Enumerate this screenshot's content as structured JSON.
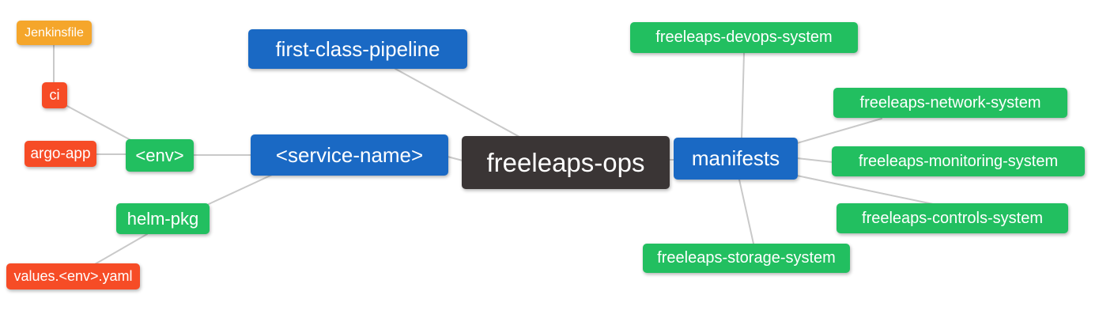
{
  "palette": {
    "blue": "#1A69C4",
    "green": "#22BF60",
    "red": "#F64C26",
    "orange": "#F5A62B",
    "dark": "#3A3535",
    "edge": "#C9C9C9",
    "node_text": "#FFFFFF",
    "background": "#FFFFFF"
  },
  "nodes": [
    {
      "id": "jenkinsfile",
      "label": "Jenkinsfile",
      "color": "orange"
    },
    {
      "id": "ci",
      "label": "ci",
      "color": "red"
    },
    {
      "id": "argo-app",
      "label": "argo-app",
      "color": "red"
    },
    {
      "id": "env",
      "label": "<env>",
      "color": "green"
    },
    {
      "id": "helm-pkg",
      "label": "helm-pkg",
      "color": "green"
    },
    {
      "id": "values-env-yaml",
      "label": "values.<env>.yaml",
      "color": "red"
    },
    {
      "id": "first-class-pipeline",
      "label": "first-class-pipeline",
      "color": "blue"
    },
    {
      "id": "service-name",
      "label": "<service-name>",
      "color": "blue"
    },
    {
      "id": "freeleaps-ops",
      "label": "freeleaps-ops",
      "color": "dark"
    },
    {
      "id": "manifests",
      "label": "manifests",
      "color": "blue"
    },
    {
      "id": "freeleaps-devops-system",
      "label": "freeleaps-devops-system",
      "color": "green"
    },
    {
      "id": "freeleaps-network-system",
      "label": "freeleaps-network-system",
      "color": "green"
    },
    {
      "id": "freeleaps-monitoring-system",
      "label": "freeleaps-monitoring-system",
      "color": "green"
    },
    {
      "id": "freeleaps-controls-system",
      "label": "freeleaps-controls-system",
      "color": "green"
    },
    {
      "id": "freeleaps-storage-system",
      "label": "freeleaps-storage-system",
      "color": "green"
    }
  ],
  "edges": [
    {
      "from": "jenkinsfile",
      "to": "ci"
    },
    {
      "from": "ci",
      "to": "env"
    },
    {
      "from": "argo-app",
      "to": "env"
    },
    {
      "from": "env",
      "to": "service-name"
    },
    {
      "from": "service-name",
      "to": "helm-pkg"
    },
    {
      "from": "helm-pkg",
      "to": "values-env-yaml"
    },
    {
      "from": "first-class-pipeline",
      "to": "freeleaps-ops"
    },
    {
      "from": "service-name",
      "to": "freeleaps-ops"
    },
    {
      "from": "freeleaps-ops",
      "to": "manifests"
    },
    {
      "from": "manifests",
      "to": "freeleaps-devops-system"
    },
    {
      "from": "manifests",
      "to": "freeleaps-network-system"
    },
    {
      "from": "manifests",
      "to": "freeleaps-monitoring-system"
    },
    {
      "from": "manifests",
      "to": "freeleaps-controls-system"
    },
    {
      "from": "manifests",
      "to": "freeleaps-storage-system"
    }
  ]
}
